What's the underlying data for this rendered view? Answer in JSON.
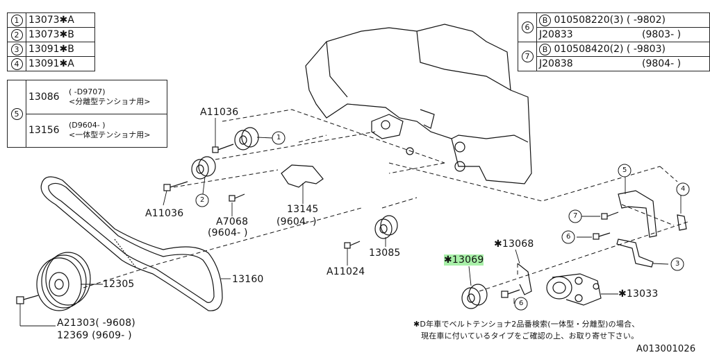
{
  "left_table": {
    "rows": [
      {
        "key": "1",
        "part": "13073✱A"
      },
      {
        "key": "2",
        "part": "13073✱B"
      },
      {
        "key": "3",
        "part": "13091✱B"
      },
      {
        "key": "4",
        "part": "13091✱A"
      }
    ],
    "row5": {
      "key": "5",
      "entries": [
        {
          "part": "13086",
          "range": "(  -D9707)",
          "note": "<分離型テンショナ用>"
        },
        {
          "part": "13156",
          "range": "(D9604- )",
          "note": "<一体型テンショナ用>"
        }
      ]
    }
  },
  "right_table": {
    "groups": [
      {
        "key": "6",
        "rows": [
          {
            "bolt": "B",
            "code": "010508220(3)",
            "range": "(  -9802)"
          },
          {
            "bolt": "",
            "code": "J20833",
            "range": "(9803- )"
          }
        ]
      },
      {
        "key": "7",
        "rows": [
          {
            "bolt": "B",
            "code": "010508420(2)",
            "range": "(  -9803)"
          },
          {
            "bolt": "",
            "code": "J20838",
            "range": "(9804- )"
          }
        ]
      }
    ]
  },
  "callouts": {
    "a11036_top": "A11036",
    "a11036_left": "A11036",
    "a7068": "A7068",
    "a7068_range": "(9604- )",
    "p13145": "13145",
    "p13145_range": "(9604- )",
    "p13085": "13085",
    "a11024": "A11024",
    "p12305": "12305",
    "p13160": "13160",
    "a21303": "A21303(  -9608)",
    "p12369": "12369 (9609- )",
    "p13068": "✱13068",
    "p13069": "✱13069",
    "p13033": "✱13033",
    "n1": "1",
    "n2": "2",
    "n3": "3",
    "n4": "4",
    "n5": "5",
    "n6": "6",
    "n6b": "6",
    "n7": "7"
  },
  "note": {
    "line1": "✱D年車でベルトテンショナ2品番検索(一体型・分離型)の場合、",
    "line2": "現在車に付いているタイプをご確認の上、お取り寄せ下さい。"
  },
  "figure_id": "A013001026"
}
